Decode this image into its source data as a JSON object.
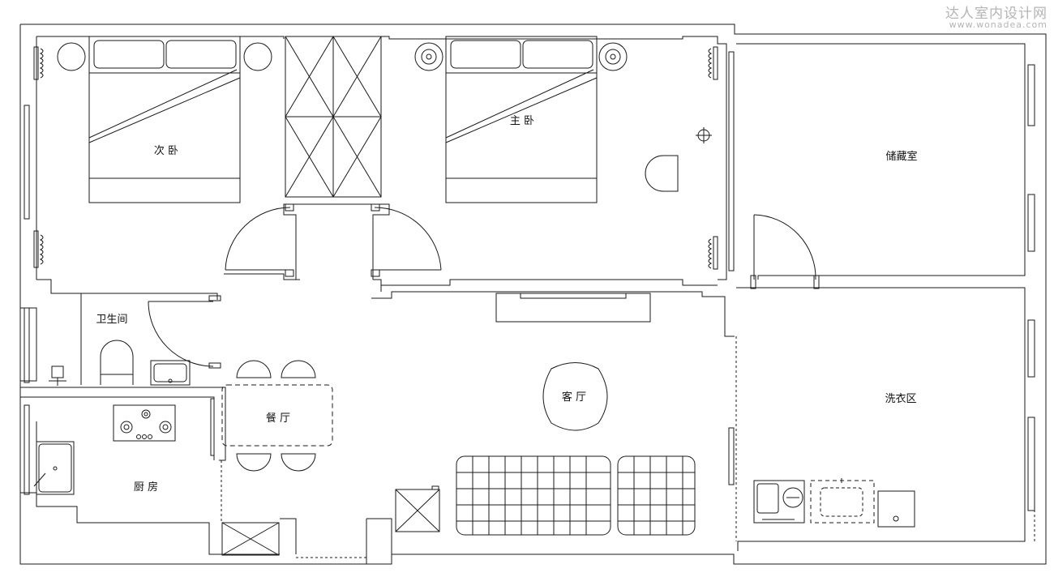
{
  "watermark": {
    "cn": "达人室内设计网",
    "url": "www.wonadea.com"
  },
  "rooms": {
    "second_bedroom": "次 卧",
    "master_bedroom": "主 卧",
    "storage_room": "储藏室",
    "bathroom": "卫生间",
    "dining_room": "餐 厅",
    "living_room": "客 厅",
    "laundry_area": "洗衣区",
    "kitchen": "厨 房"
  },
  "colors": {
    "line": "#1a1a1a",
    "watermark": "#b4b4b4"
  }
}
